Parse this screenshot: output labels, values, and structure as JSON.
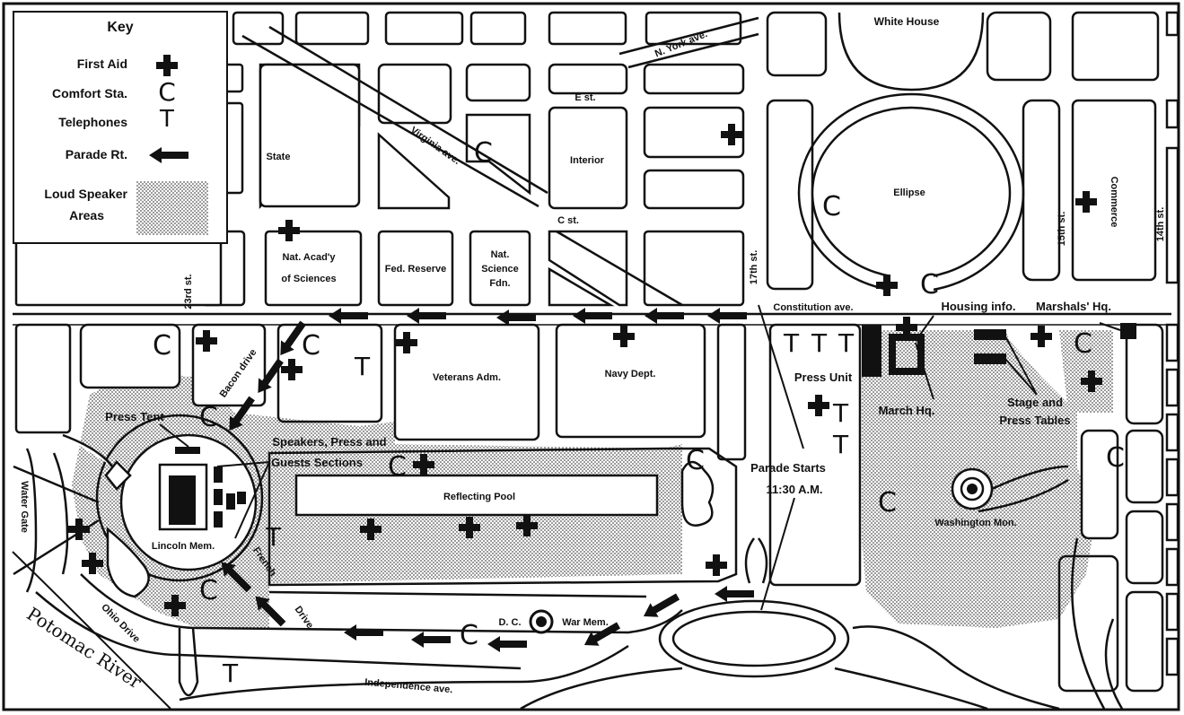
{
  "key": {
    "title": "Key",
    "first_aid": "First Aid",
    "comfort": "Comfort Sta.",
    "comfort_symbol": "C",
    "telephones": "Telephones",
    "telephone_symbol": "T",
    "parade": "Parade Rt.",
    "loudspeaker_line1": "Loud Speaker",
    "loudspeaker_line2": "Areas"
  },
  "labels": {
    "white_house": "White House",
    "n_york": "N. York ave.",
    "e_st": "E st.",
    "virginia": "Virginia ave.",
    "state": "State",
    "interior": "Interior",
    "ellipse": "Ellipse",
    "commerce": "Commerce",
    "st15": "15th st.",
    "st14": "14th st.",
    "c_st": "C st.",
    "nas1": "Nat. Acad'y",
    "nas2": "of Sciences",
    "fed_reserve": "Fed. Reserve",
    "nsf1": "Nat.",
    "nsf2": "Science",
    "nsf3": "Fdn.",
    "st17": "17th st.",
    "st23": "23rd st.",
    "constitution": "Constitution ave.",
    "housing": "Housing info.",
    "marshals": "Marshals' Hq.",
    "veterans": "Veterans Adm.",
    "navy": "Navy Dept.",
    "bacon": "Bacon drive",
    "press_unit": "Press Unit",
    "march_hq": "March Hq.",
    "stage1": "Stage and",
    "stage2": "Press Tables",
    "press_tent": "Press Tent",
    "speakers1": "Speakers, Press and",
    "speakers2": "Guests Sections",
    "parade1": "Parade Starts",
    "parade2": "11:30 A.M.",
    "reflecting": "Reflecting Pool",
    "washington": "Washington Mon.",
    "water_gate": "Water Gate",
    "lincoln": "Lincoln Mem.",
    "french": "French",
    "drive": "Drive",
    "ohio": "Ohio Drive",
    "potomac": "Potomac River",
    "dc": "D. C.",
    "war_mem": "War Mem.",
    "independence": "Independence ave."
  },
  "symbols": {
    "comfort": "C",
    "telephone": "T"
  }
}
